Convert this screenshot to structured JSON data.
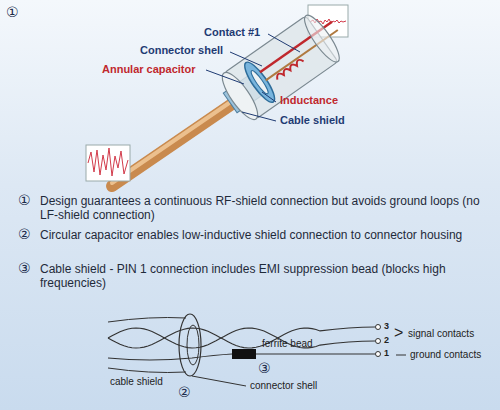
{
  "diagram": {
    "labels": [
      "①",
      "Contact #1",
      "Connector shell",
      "Annular capacitor",
      "Inductance",
      "Cable shield",
      "①",
      "Design guarantees a continuous RF-shield connection but avoids ground loops (no LF-shield connection)",
      "②",
      "Circular capacitor enables low-inductive shield connection to connector housing",
      "③",
      "Cable shield - PIN 1 connection includes EMI suppression bead (blocks high frequencies)",
      "3",
      "2",
      "1",
      ">",
      "signal contacts",
      "ground contacts",
      "ferrite bead",
      "cable shield",
      "②",
      "③",
      "connector shell"
    ]
  }
}
